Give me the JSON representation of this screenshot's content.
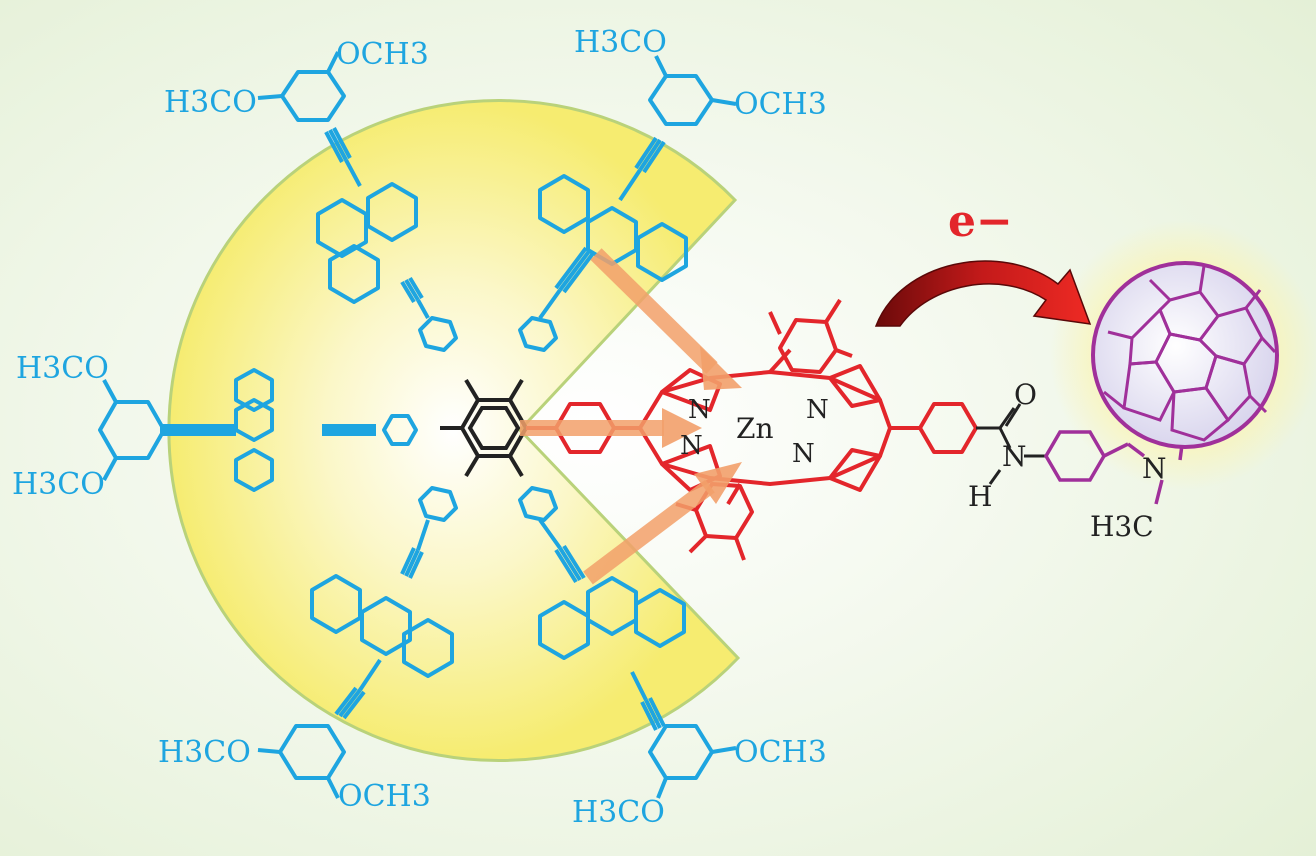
{
  "labels": {
    "h3co_1": "H3CO",
    "h3co_2": "H3CO",
    "h3co_3": "H3CO",
    "h3co_4": "H3CO",
    "h3co_5": "H3CO",
    "h3co_6": "H3CO",
    "och3_1": "OCH3",
    "och3_2": "OCH3",
    "och3_3": "OCH3",
    "och3_4": "OCH3",
    "n1": "N",
    "n2": "N",
    "n3": "N",
    "n4": "N",
    "zn": "Zn",
    "amide_o": "O",
    "amide_n": "N",
    "amide_h": "H",
    "pyr_n": "N",
    "h3c": "H3C",
    "electron": "e−"
  },
  "colors": {
    "donor": "#1ea5e0",
    "core": "#222222",
    "porphyrin": "#e3262b",
    "fullerene": "#a0309a",
    "glow": "#f6ef7a",
    "arrow": "#f2a06a"
  }
}
